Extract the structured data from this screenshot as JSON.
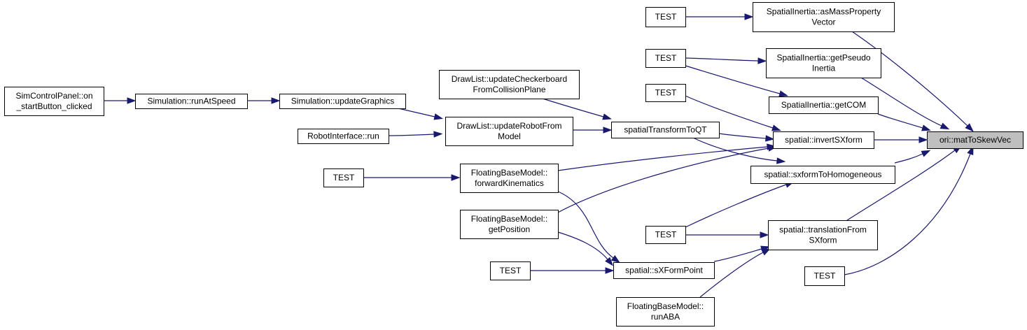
{
  "colors": {
    "edge": "#191970",
    "root_fill": "#bfbfbf",
    "node_fill": "#ffffff",
    "border": "#000000"
  },
  "nodes": {
    "sim_panel": [
      "SimControlPanel::on",
      "_startButton_clicked"
    ],
    "run_at_speed": [
      "Simulation::runAtSpeed"
    ],
    "update_graphics": [
      "Simulation::updateGraphics"
    ],
    "robot_iface_run": [
      "RobotInterface::run"
    ],
    "drawlist_checkerboard": [
      "DrawList::updateCheckerboard",
      "FromCollisionPlane"
    ],
    "drawlist_robot": [
      "DrawList::updateRobotFrom",
      "Model"
    ],
    "test_fk": [
      "TEST"
    ],
    "fbm_fk": [
      "FloatingBaseModel::",
      "forwardKinematics"
    ],
    "fbm_getpos": [
      "FloatingBaseModel::",
      "getPosition"
    ],
    "test_sxfp": [
      "TEST"
    ],
    "fbm_runaba": [
      "FloatingBaseModel::",
      "runABA"
    ],
    "spatial_to_qt": [
      "spatialTransformToQT"
    ],
    "sxformpoint": [
      "spatial::sXFormPoint"
    ],
    "test_asmass": [
      "TEST"
    ],
    "test_pseudo": [
      "TEST"
    ],
    "test_invert": [
      "TEST"
    ],
    "test_translation": [
      "TEST"
    ],
    "si_asmass": [
      "SpatialInertia::asMassProperty",
      "Vector"
    ],
    "si_pseudo": [
      "SpatialInertia::getPseudo",
      "Inertia"
    ],
    "si_getcom": [
      "SpatialInertia::getCOM"
    ],
    "invert_sx": [
      "spatial::invertSXform"
    ],
    "sx_to_homog": [
      "spatial::sxformToHomogeneous"
    ],
    "translation_from": [
      "spatial::translationFrom",
      "SXform"
    ],
    "test_root": [
      "TEST"
    ],
    "root": [
      "ori::matToSkewVec"
    ]
  }
}
